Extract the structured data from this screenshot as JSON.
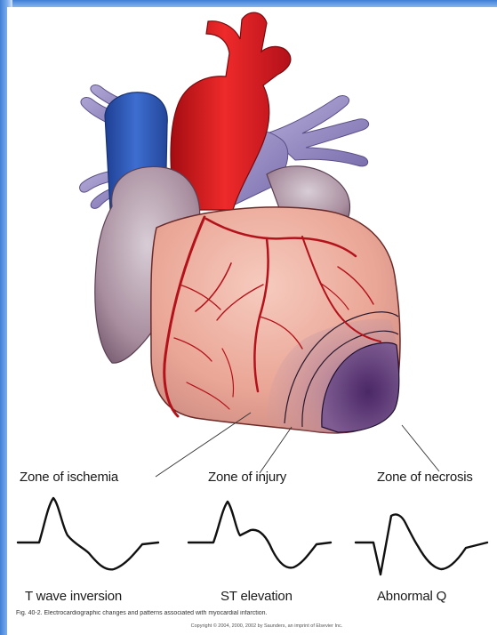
{
  "zones": {
    "ischemia": "Zone of ischemia",
    "injury": "Zone of injury",
    "necrosis": "Zone of necrosis"
  },
  "waves": {
    "t_wave": "T wave inversion",
    "st": "ST elevation",
    "q": "Abnormal Q"
  },
  "caption": "Fig. 40-2. Electrocardiographic changes and patterns associated with myocardial infarction.",
  "copyright": "Copyright © 2004, 2000, 2002 by Saunders, an imprint of Elsevier Inc.",
  "colors": {
    "frame_blue": "#4a86d8",
    "aorta_red": "#d8141a",
    "vena_cava_blue": "#2d5bb8",
    "pulmonary_purple": "#9a8fc4",
    "myocardium": "#e8a89a",
    "necrosis_purple": "#5e3a78"
  }
}
